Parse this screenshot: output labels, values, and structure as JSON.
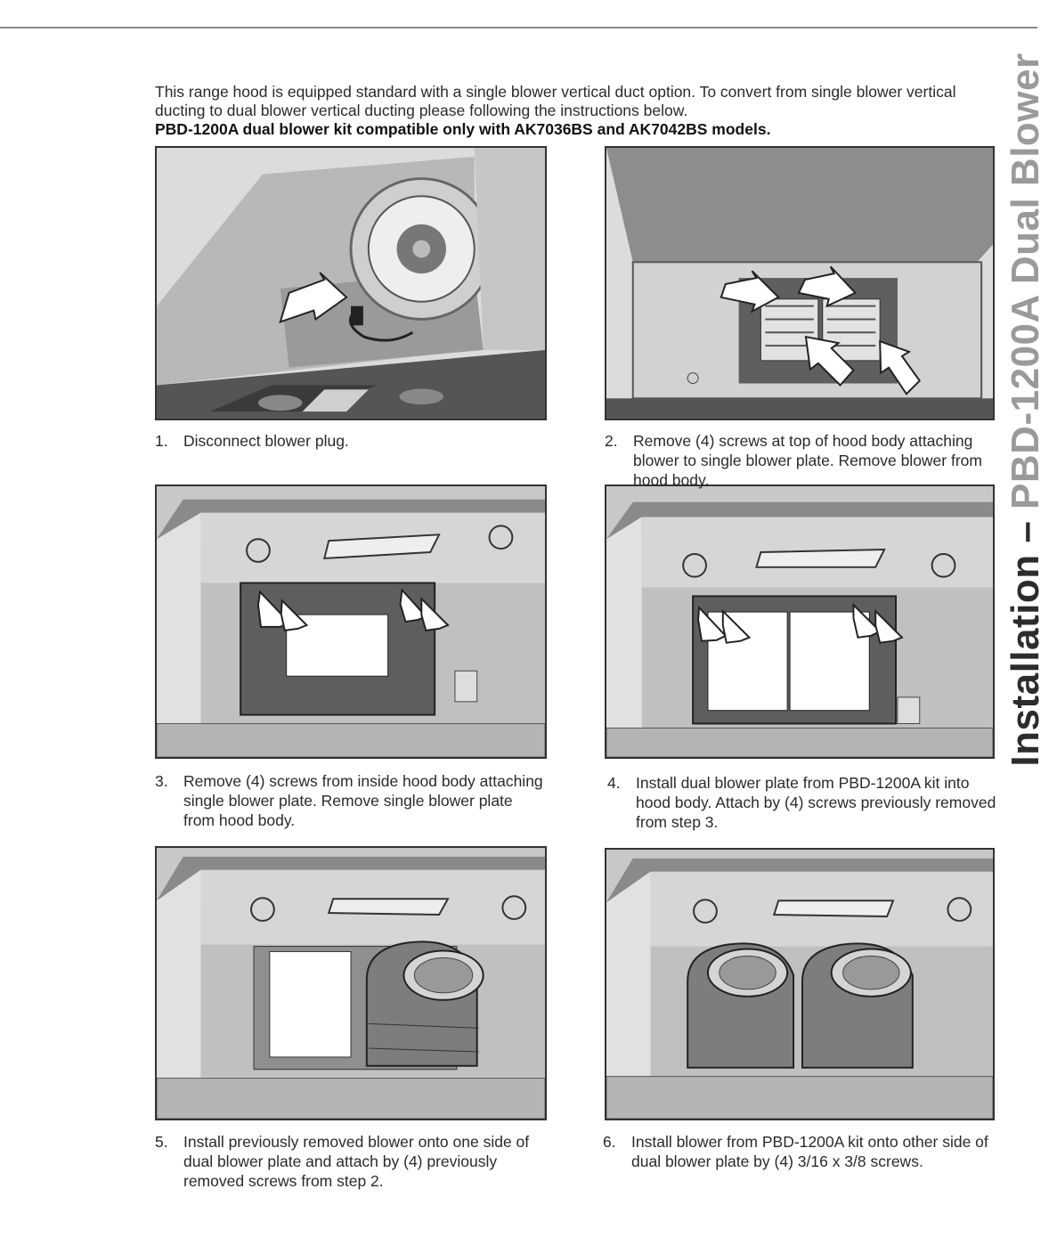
{
  "intro": {
    "line1": "This range hood is equipped standard with a single blower vertical duct option.  To convert from single blower vertical ducting to dual blower vertical ducting please following the instructions below.",
    "line2": "PBD-1200A dual blower kit compatible only with AK7036BS and AK7042BS models."
  },
  "sidebar": {
    "part1": "Installation – ",
    "part2": "PBD-1200A Dual Blower"
  },
  "steps": [
    {
      "num": "1.",
      "text": "Disconnect blower plug."
    },
    {
      "num": "2.",
      "text": "Remove (4) screws at top of hood body attaching blower to single blower plate. Remove blower from hood body."
    },
    {
      "num": "3.",
      "text": "Remove (4) screws from inside hood body attaching single blower plate. Remove single blower plate from hood body."
    },
    {
      "num": "4.",
      "text": "Install dual blower plate from PBD-1200A kit into hood body. Attach by (4) screws previously removed from step 3."
    },
    {
      "num": "5.",
      "text": "Install previously removed blower onto one side of dual blower plate and attach by (4) previously removed screws from step 2."
    },
    {
      "num": "6.",
      "text": "Install blower from PBD-1200A kit onto other side of dual blower plate by (4) 3/16 x 3/8 screws."
    }
  ]
}
